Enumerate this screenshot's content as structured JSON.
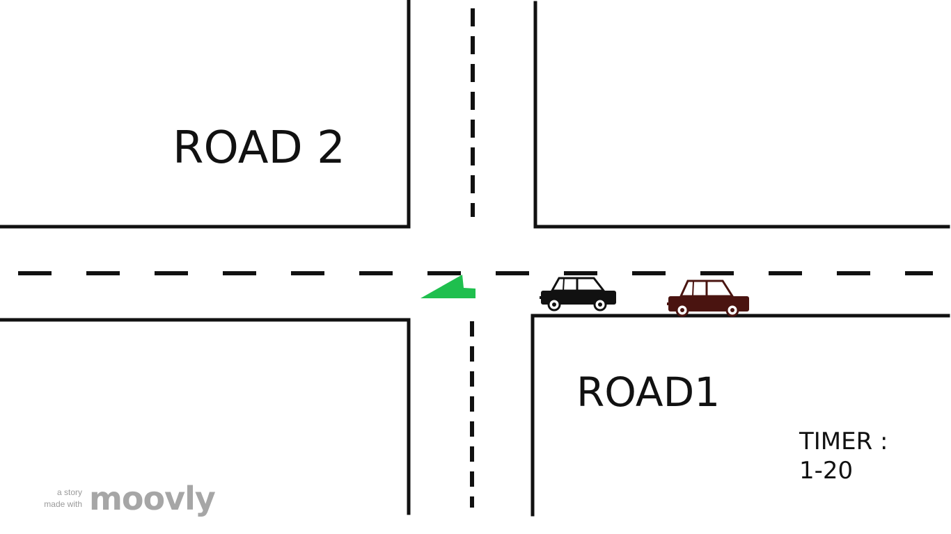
{
  "scene": {
    "road2_label": "ROAD 2",
    "road1_label": "ROAD1",
    "timer_label": "TIMER :",
    "timer_value": "1-20"
  },
  "watermark": {
    "line1": "a story",
    "line2": "made with",
    "brand": "moovly"
  },
  "colors": {
    "background": "#ffffff",
    "road_lines": "#111111",
    "signal": "#1fbf4e",
    "car_black": "#111111",
    "car_maroon": "#4a1410",
    "watermark": "#a6a6a6"
  },
  "icons": [
    "green-signal-arrow-icon",
    "black-car-icon",
    "maroon-car-icon"
  ]
}
